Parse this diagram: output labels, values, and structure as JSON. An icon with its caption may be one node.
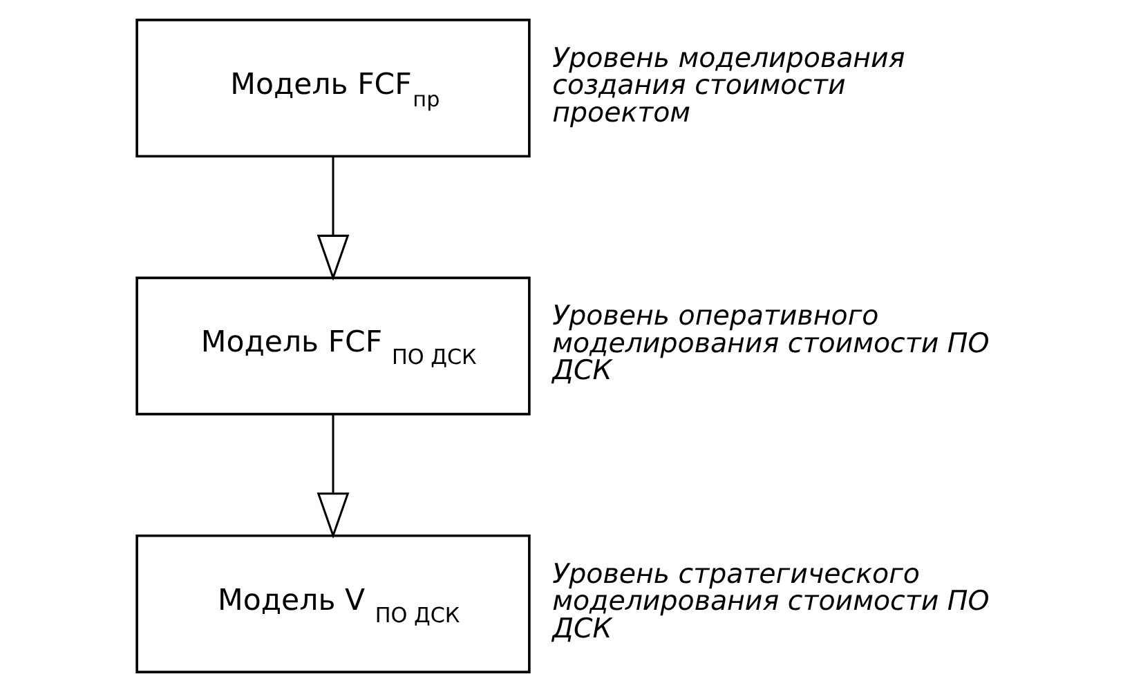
{
  "diagram": {
    "nodes": [
      {
        "text": [
          "Модель FCF$_{пр}$"
        ],
        "beside": [
          "Уровень моделирования создания стоимости проектом"
        ]
      },
      {
        "text": [
          "Модель FCF $_{ПО ДСК}$"
        ],
        "beside": [
          "Уровень оперативного моделирования стоимости ПО ДСК"
        ]
      },
      {
        "text": [
          "Модель V $_{ПО ДСК}$"
        ],
        "beside": [
          "Уровень стратегического моделирования стоимости ПО ДСК"
        ]
      }
    ],
    "edges": [
      {
        "from": 0,
        "to": 1,
        "arrow": "to"
      },
      {
        "from": 1,
        "to": 2,
        "arrow": "to"
      }
    ]
  }
}
